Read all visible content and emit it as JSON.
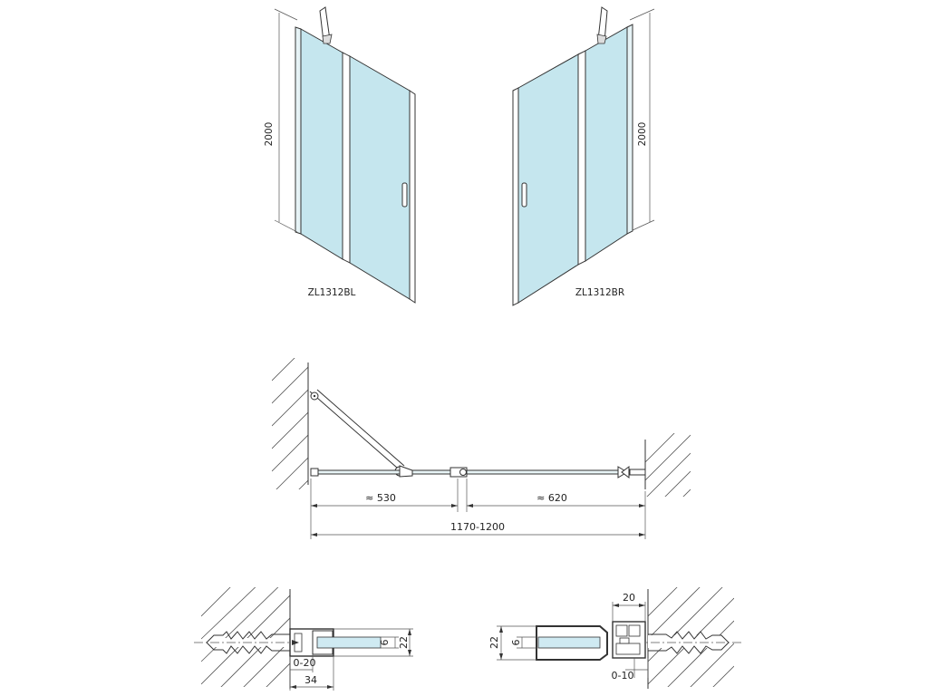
{
  "top_views": {
    "left_label": "ZL1312BL",
    "right_label": "ZL1312BR",
    "left_height": "2000",
    "right_height": "2000"
  },
  "plan_view": {
    "dim_left": "≈ 530",
    "dim_right": "≈ 620",
    "dim_total": "1170-1200"
  },
  "details": {
    "left": {
      "height": "22",
      "glass": "6",
      "adjust": "0-20",
      "width": "34"
    },
    "right": {
      "height": "22",
      "glass": "6",
      "top": "20",
      "adjust": "0-10"
    }
  },
  "colors": {
    "glass": "#c5e6ee",
    "line": "#333333"
  }
}
